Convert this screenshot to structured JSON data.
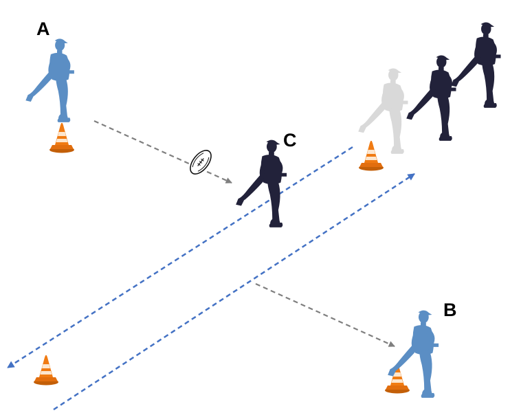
{
  "labels": {
    "a": "A",
    "b": "B",
    "c": "C"
  },
  "colors": {
    "player_blue": "#5b8ec4",
    "player_dark": "#22223a",
    "player_ghost": "#d9d9d9",
    "pass_arrow": "#7f7f7f",
    "run_arrow": "#4472c4",
    "cone_orange": "#f07b13",
    "cone_shadow": "#c35f08"
  },
  "icons": {
    "player": "running-player-icon",
    "cone": "training-cone-icon",
    "ball": "rugby-ball-icon"
  }
}
